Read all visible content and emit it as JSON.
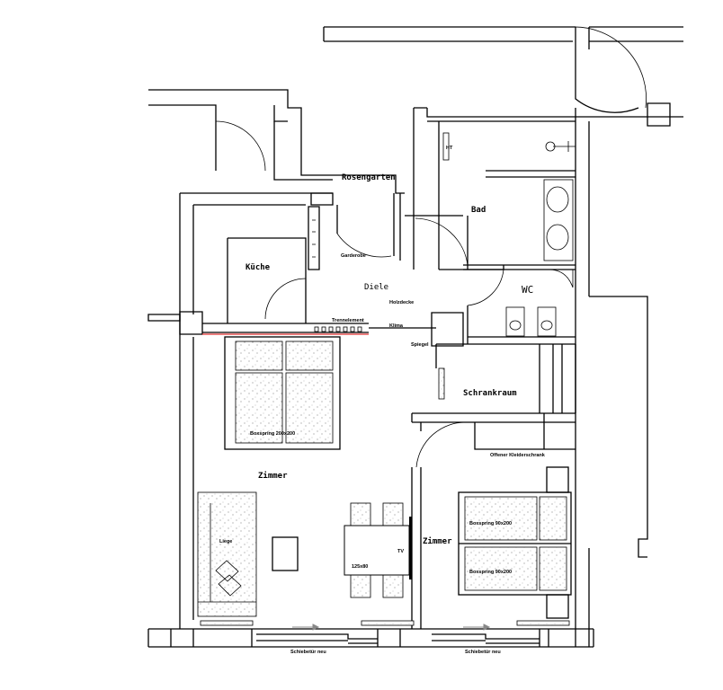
{
  "rooms": {
    "rosengarten": "Rosengarten",
    "bad": "Bad",
    "ht": "HT",
    "kueche": "Küche",
    "garderobe": "Garderobe",
    "diele": "Diele",
    "holzdecke": "Holzdecke",
    "wc": "WC",
    "trennelement": "Trennelement",
    "klima": "Klima",
    "spiegel": "Spiegel",
    "schrankraum": "Schrankraum",
    "offener_kleiderschrank": "Offener Kleiderschrank",
    "zimmer_left": "Zimmer",
    "zimmer_right": "Zimmer",
    "liege": "Liege",
    "tv": "TV",
    "table": "125x80",
    "bed_double": "Boxspring 200x200",
    "bed_single_1": "Boxspring 90x200",
    "bed_single_2": "Boxspring 90x200",
    "schiebetuer_left": "Schiebetür neu",
    "schiebetuer_right": "Schiebetür neu"
  },
  "colors": {
    "trennelement_line": "#e03030"
  }
}
